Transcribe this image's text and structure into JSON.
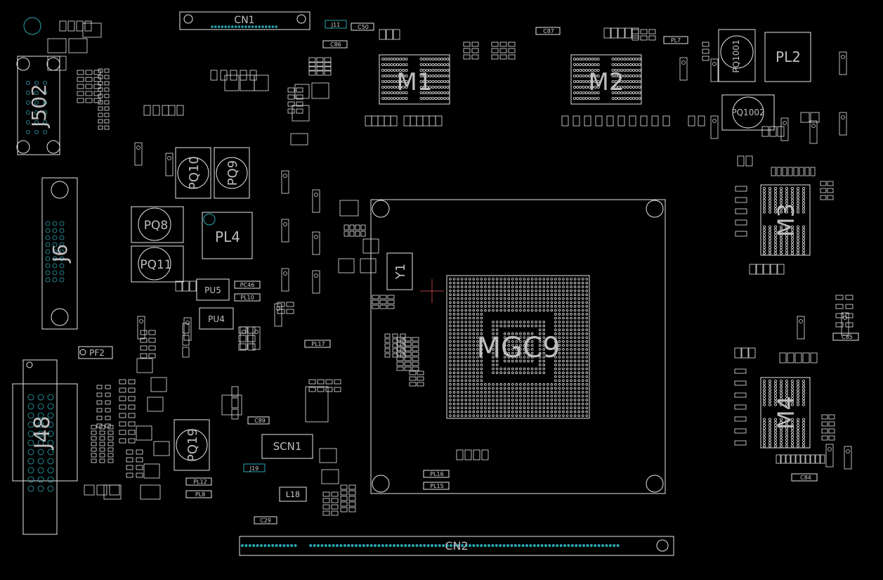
{
  "colors": {
    "background": "#000000",
    "outline": "#e6e6e6",
    "label": "#bdbdbd",
    "pin": "#2aa6b3",
    "marker": "#b04040"
  },
  "labels": {
    "cn1": "CN1",
    "cn2": "CN2",
    "m1": "M1",
    "m2": "M2",
    "m3": "M3",
    "m4": "M4",
    "mgc9": "MGC9",
    "pq1001": "PQ1001",
    "pq1002": "PQ1002",
    "pl2": "PL2",
    "pq10": "PQ10",
    "pq9": "PQ9",
    "pq8": "PQ8",
    "pq11": "PQ11",
    "pl4": "PL4",
    "pq19": "PQ19",
    "j502": "J502",
    "j6": "J6",
    "j48": "J48",
    "y1": "Y1",
    "scn1": "SCN1",
    "pf2": "PF2",
    "l18": "L18",
    "pu5": "PU5",
    "pu4": "PU4",
    "pl17": "PL17",
    "pl16": "PL16",
    "pl15": "PL15",
    "pl12": "PL12",
    "pl8": "PL8",
    "pl10": "PL10",
    "pc46": "PC46",
    "pl7": "PL7",
    "j11": "J11",
    "j19": "J19",
    "c86": "C86",
    "c87": "C87",
    "c85": "C85",
    "c84": "C84",
    "c89": "C89",
    "c29": "C29",
    "c50": "C50"
  }
}
